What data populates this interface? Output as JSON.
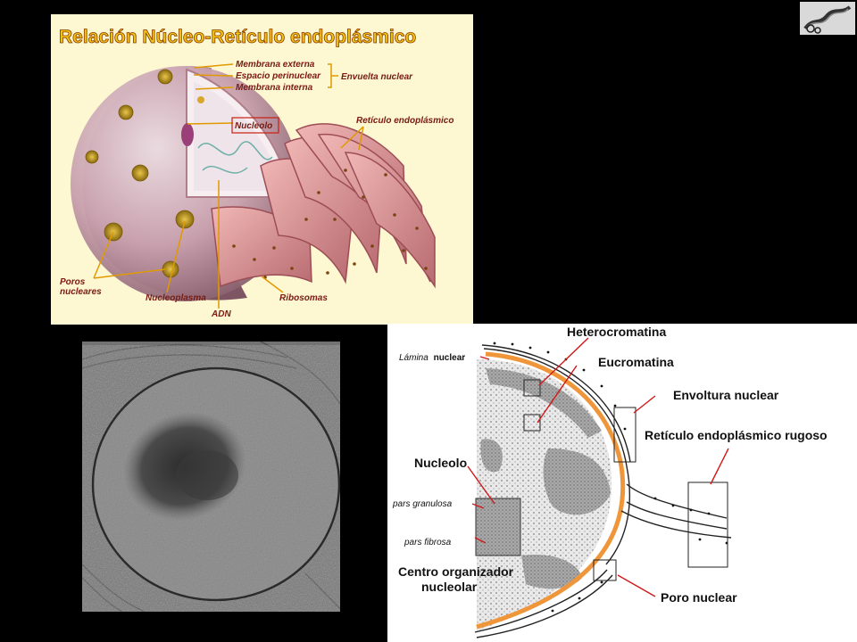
{
  "top_diagram": {
    "title": "Relación Núcleo-Retículo endoplásmico",
    "labels": {
      "outer_membrane": "Membrana externa",
      "perinuclear_space": "Espacio perinuclear",
      "inner_membrane": "Membrana interna",
      "nuclear_envelope": "Envuelta nuclear",
      "nucleolus": "Nucleolo",
      "er": "Retículo endoplásmico",
      "pores_line1": "Poros",
      "pores_line2": "nucleares",
      "nucleoplasm": "Nucleoplasma",
      "dna": "ADN",
      "ribosomes": "Ribosomas"
    },
    "colors": {
      "title": "#f2c40f",
      "title_outline": "#8a3a00",
      "label": "#7a1a10",
      "nucleus": "#c9a2ad",
      "er": "#d98f92",
      "leader": "#e09a00"
    }
  },
  "bottom_diagram": {
    "labels": {
      "heterochromatin": "Heterocromatina",
      "lamina_italic": "Lámina",
      "lamina_bold": "nuclear",
      "euchromatin": "Eucromatina",
      "nuclear_envelope": "Envoltura nuclear",
      "rough_er": "Retículo endoplásmico rugoso",
      "nucleolus": "Nucleolo",
      "pars_granulosa": "pars granulosa",
      "pars_fibrosa": "pars fibrosa",
      "organizer_line1": "Centro organizador",
      "organizer_line2": "nucleolar",
      "nuclear_pore": "Poro nuclear"
    },
    "colors": {
      "lamina": "#f0963a",
      "arrow": "#d01818",
      "chromatin": "#9a9a9a"
    }
  },
  "corner_logo": {
    "icon": "scissors-coil-logo"
  }
}
